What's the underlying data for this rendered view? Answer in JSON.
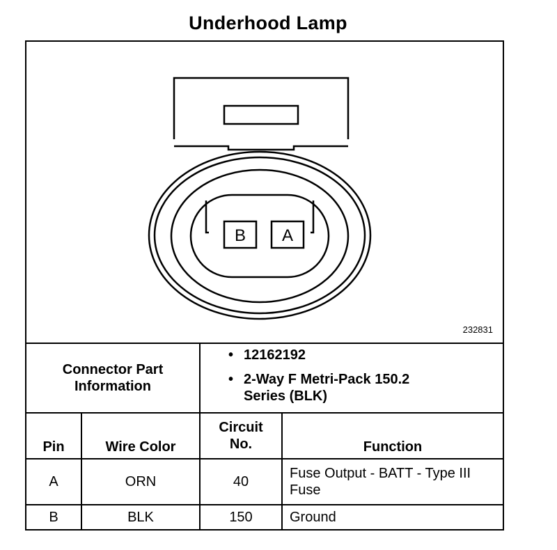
{
  "title": "Underhood Lamp",
  "connector_drawing": {
    "figure_id": "232831",
    "cavities": [
      "B",
      "A"
    ]
  },
  "part_info": {
    "label": "Connector Part Information",
    "items": [
      "12162192",
      "2-Way F Metri-Pack 150.2 Series (BLK)"
    ]
  },
  "table": {
    "headers": {
      "pin": "Pin",
      "wire_color": "Wire Color",
      "circuit": "Circuit No.",
      "function": "Function"
    },
    "rows": [
      {
        "pin": "A",
        "wire_color": "ORN",
        "circuit": "40",
        "function": "Fuse Output - BATT - Type III Fuse"
      },
      {
        "pin": "B",
        "wire_color": "BLK",
        "circuit": "150",
        "function": "Ground"
      }
    ]
  }
}
